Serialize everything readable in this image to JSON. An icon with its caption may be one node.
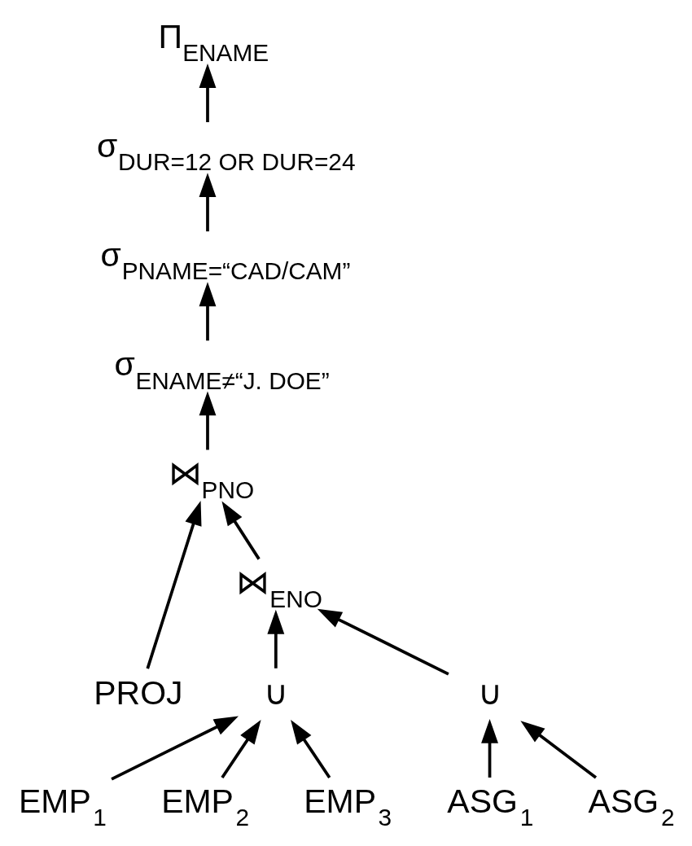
{
  "diagram": {
    "nodes": [
      {
        "text": [
          "Π$_{ENAME}$"
        ]
      },
      {
        "text": [
          "σ$_{DUR=12 OR DUR=24}$"
        ]
      },
      {
        "text": [
          "σ$_{PNAME=“CAD/CAM”}$"
        ]
      },
      {
        "text": [
          "σ$_{ENAME≠“J. DOE”}$"
        ]
      },
      {
        "text": [
          "⋈$_{PNO}$"
        ]
      },
      {
        "text": [
          "PROJ"
        ]
      },
      {
        "text": [
          "⋈$_{ENO}$"
        ]
      },
      {
        "text": [
          "∪"
        ]
      },
      {
        "text": [
          "∪"
        ]
      },
      {
        "text": [
          "EMP$_{1}$"
        ]
      },
      {
        "text": [
          "EMP$_{2}$"
        ]
      },
      {
        "text": [
          "EMP$_{3}$"
        ]
      },
      {
        "text": [
          "ASG$_{1}$"
        ]
      },
      {
        "text": [
          "ASG$_{2}$"
        ]
      }
    ],
    "edges": [
      {
        "from": 1,
        "to": 0,
        "arrow": "to"
      },
      {
        "from": 2,
        "to": 1,
        "arrow": "to"
      },
      {
        "from": 3,
        "to": 2,
        "arrow": "to"
      },
      {
        "from": 4,
        "to": 3,
        "arrow": "to"
      },
      {
        "from": 5,
        "to": 4,
        "arrow": "to"
      },
      {
        "from": 6,
        "to": 4,
        "arrow": "to"
      },
      {
        "from": 7,
        "to": 6,
        "arrow": "to"
      },
      {
        "from": 8,
        "to": 6,
        "arrow": "to"
      },
      {
        "from": 9,
        "to": 7,
        "arrow": "to"
      },
      {
        "from": 10,
        "to": 7,
        "arrow": "to"
      },
      {
        "from": 11,
        "to": 7,
        "arrow": "to"
      },
      {
        "from": 12,
        "to": 8,
        "arrow": "to"
      },
      {
        "from": 13,
        "to": 8,
        "arrow": "to"
      }
    ]
  }
}
